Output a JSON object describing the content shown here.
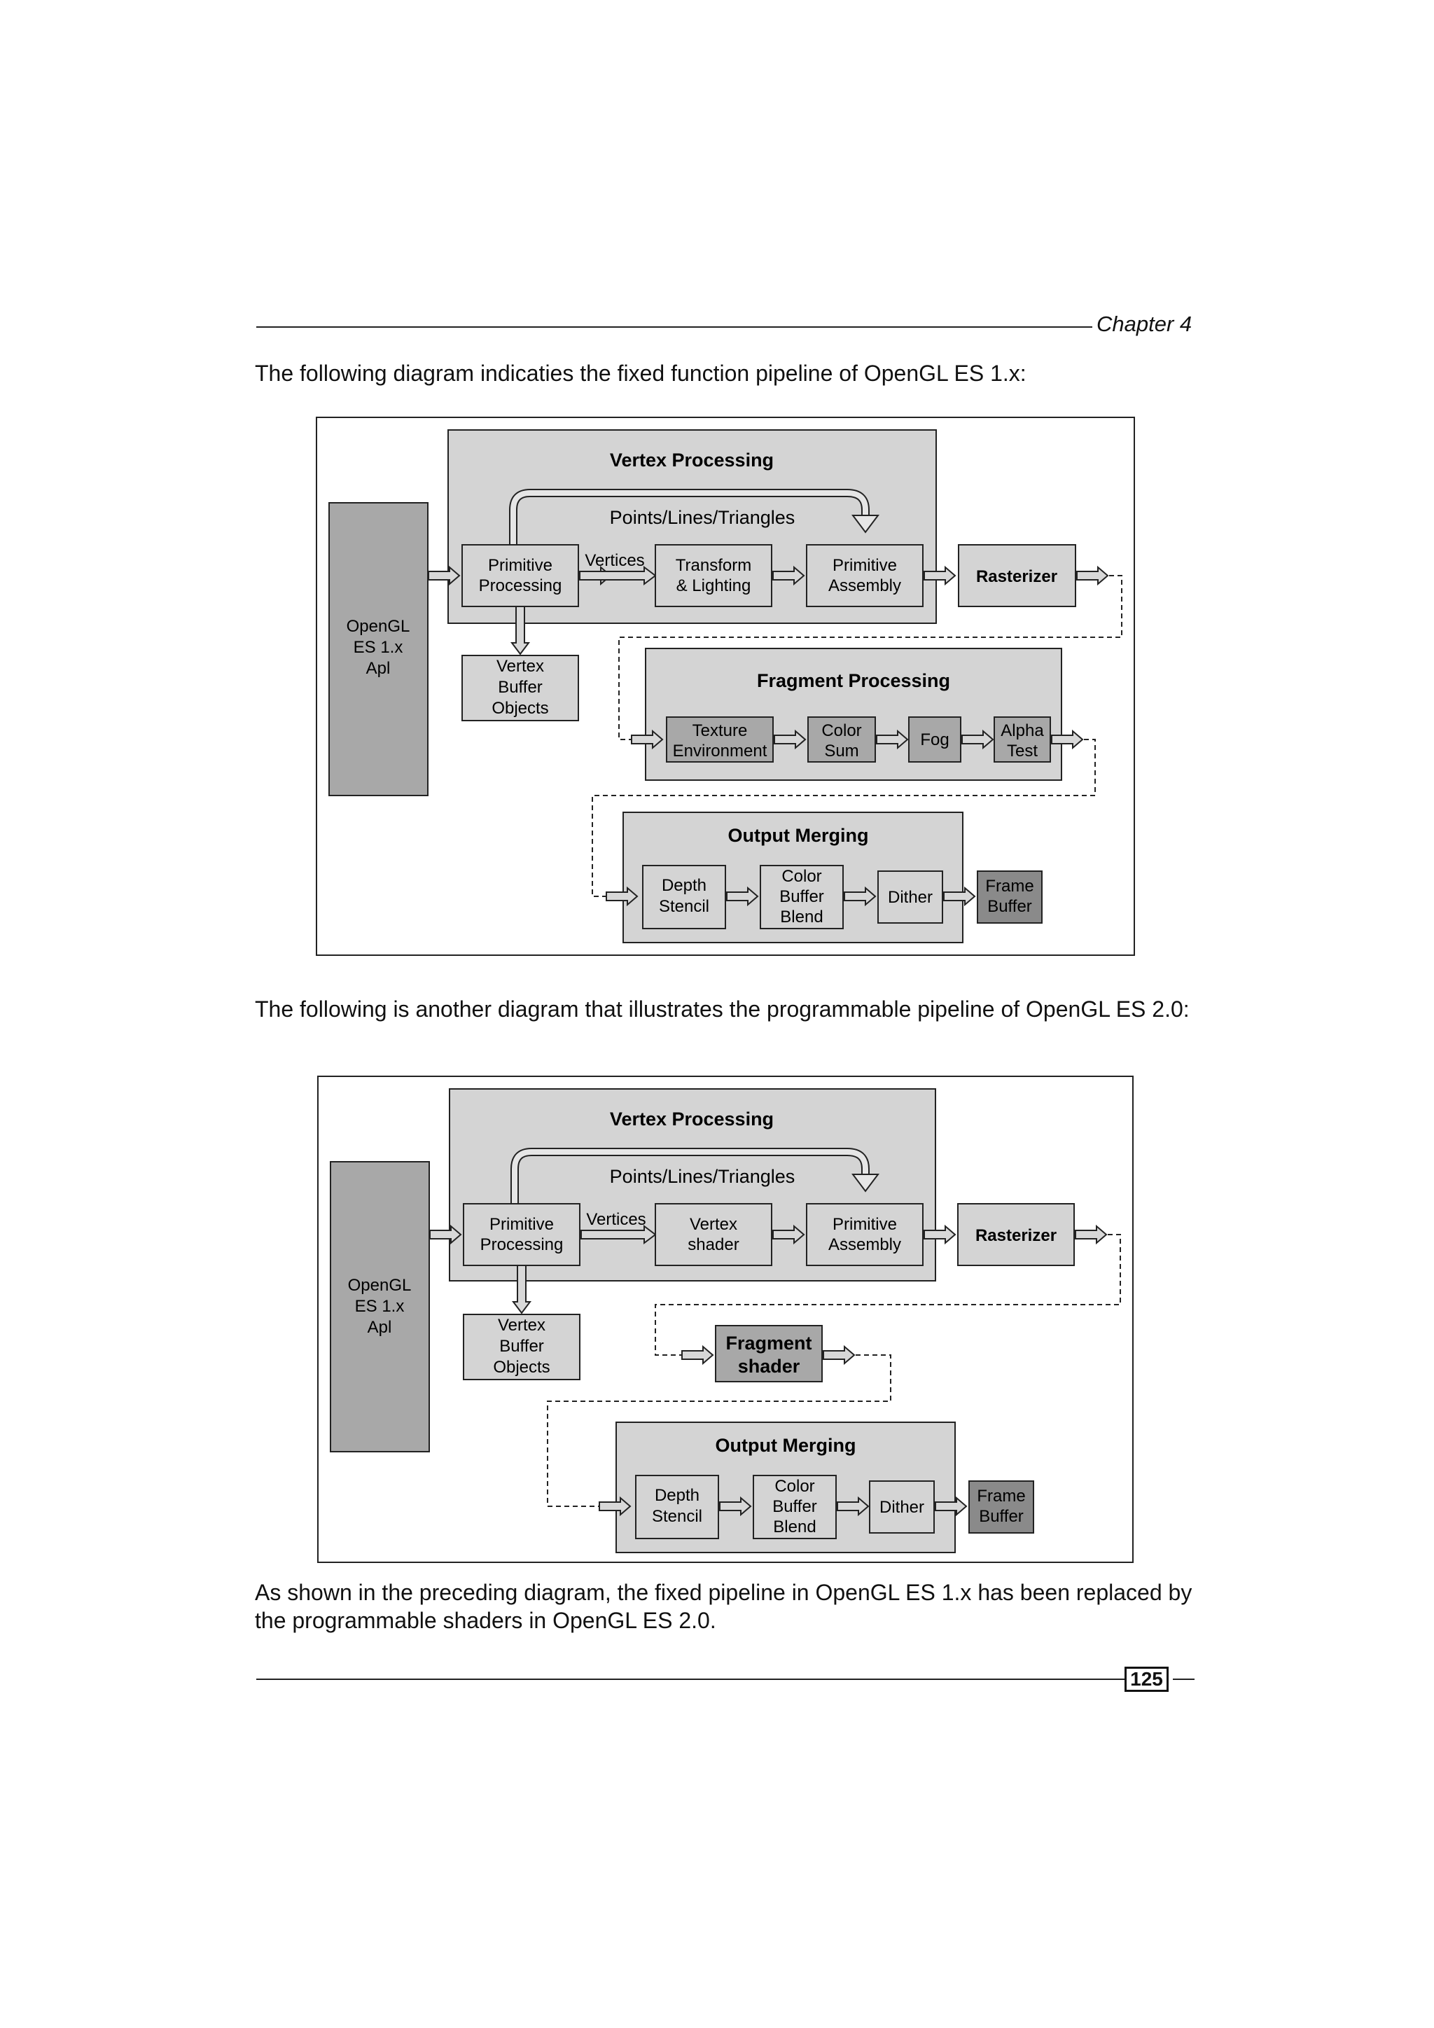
{
  "header": {
    "chapter": "Chapter 4"
  },
  "intro_1": "The following diagram indicaties the fixed function pipeline of OpenGL ES 1.x:",
  "intro_2": "The following is another diagram that illustrates the programmable pipeline of OpenGL ES 2.0:",
  "conclusion": {
    "line1": "As shown in the preceding diagram, the fixed pipeline in OpenGL ES 1.x has been replaced by",
    "line2": "the programmable shaders in OpenGL ES 2.0."
  },
  "page_number": "125",
  "diagram1": {
    "api": [
      "OpenGL",
      "ES 1.x",
      "Apl"
    ],
    "vertex_processing": "Vertex Processing",
    "points_lines_triangles": "Points/Lines/Triangles",
    "vertices": "Vertices",
    "primitive_processing": [
      "Primitive",
      "Processing"
    ],
    "transform_lighting": [
      "Transform",
      "& Lighting"
    ],
    "primitive_assembly": [
      "Primitive",
      "Assembly"
    ],
    "rasterizer": "Rasterizer",
    "vbo": [
      "Vertex",
      "Buffer",
      "Objects"
    ],
    "fragment_processing": "Fragment Processing",
    "texture_environment": [
      "Texture",
      "Environment"
    ],
    "color_sum": [
      "Color",
      "Sum"
    ],
    "fog": "Fog",
    "alpha_test": [
      "Alpha",
      "Test"
    ],
    "output_merging": "Output Merging",
    "depth_stencil": [
      "Depth",
      "Stencil"
    ],
    "color_buffer_blend": [
      "Color",
      "Buffer",
      "Blend"
    ],
    "dither": "Dither",
    "frame_buffer": [
      "Frame",
      "Buffer"
    ]
  },
  "diagram2": {
    "api": [
      "OpenGL",
      "ES 1.x",
      "Apl"
    ],
    "vertex_processing": "Vertex Processing",
    "points_lines_triangles": "Points/Lines/Triangles",
    "vertices": "Vertices",
    "primitive_processing": [
      "Primitive",
      "Processing"
    ],
    "vertex_shader": [
      "Vertex",
      "shader"
    ],
    "primitive_assembly": [
      "Primitive",
      "Assembly"
    ],
    "rasterizer": "Rasterizer",
    "vbo": [
      "Vertex",
      "Buffer",
      "Objects"
    ],
    "fragment_shader": [
      "Fragment",
      "shader"
    ],
    "output_merging": "Output Merging",
    "depth_stencil": [
      "Depth",
      "Stencil"
    ],
    "color_buffer_blend": [
      "Color",
      "Buffer",
      "Blend"
    ],
    "dither": "Dither",
    "frame_buffer": [
      "Frame",
      "Buffer"
    ]
  }
}
